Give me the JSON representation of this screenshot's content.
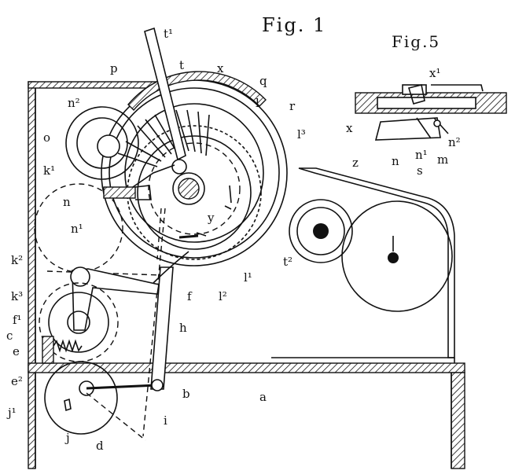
{
  "figures": {
    "fig1_title": "Fig. 1",
    "fig5_title": "Fig.5"
  },
  "labels": {
    "t1": "t¹",
    "t": "t",
    "x": "x",
    "p": "p",
    "q": "q",
    "l": "l",
    "r": "r",
    "n2": "n²",
    "o": "o",
    "k1": "k¹",
    "n": "n",
    "n1": "n¹",
    "y": "y",
    "l3": "l³",
    "z": "z",
    "s": "s",
    "t2": "t²",
    "l1": "l¹",
    "l2": "l²",
    "k2": "k²",
    "k3": "k³",
    "f": "f",
    "f1": "f¹",
    "c": "c",
    "e": "e",
    "e2": "e²",
    "h": "h",
    "a": "a",
    "b": "b",
    "j1": "j¹",
    "i": "i",
    "j": "j",
    "d": "d",
    "f5_x1": "x¹",
    "f5_x": "x",
    "f5_n": "n",
    "f5_n1": "n¹",
    "f5_n2": "n²",
    "f5_m": "m"
  }
}
